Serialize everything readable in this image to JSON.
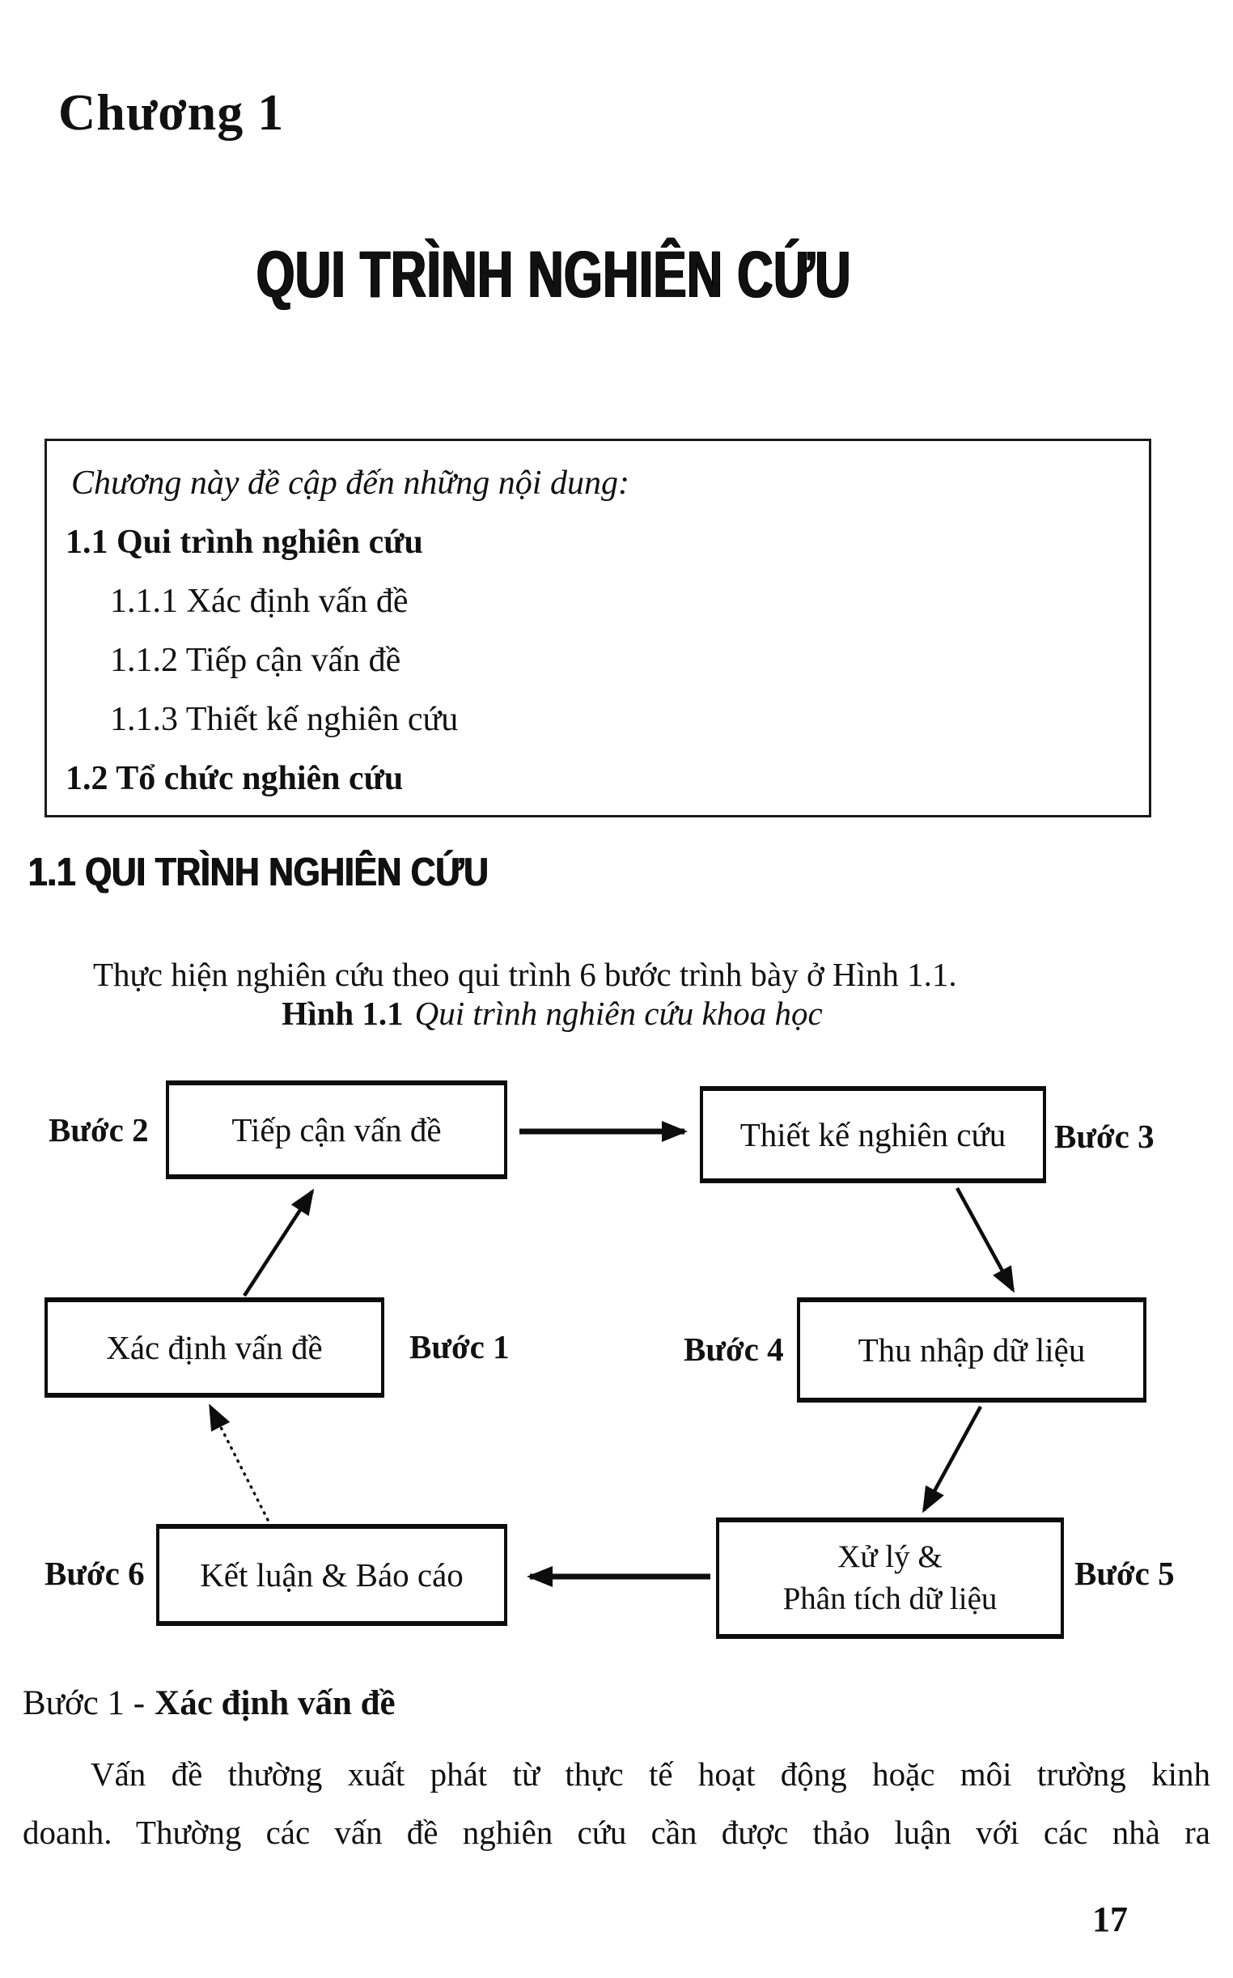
{
  "page": {
    "chapter_label": "Chương 1",
    "title": "QUI TRÌNH NGHIÊN CỨU",
    "page_number": "17"
  },
  "contents_box": {
    "intro": "Chương này đề cập đến những nội dung:",
    "items": [
      "1.1 Qui trình nghiên cứu",
      "1.1.1 Xác định vấn đề",
      "1.1.2 Tiếp cận vấn đề",
      "1.1.3 Thiết kế nghiên cứu",
      "1.2 Tổ chức nghiên cứu"
    ]
  },
  "section_11": {
    "heading": "1.1 QUI TRÌNH NGHIÊN CỨU",
    "intro_paragraph": "Thực hiện nghiên cứu theo qui trình 6 bước trình bày ở Hình 1.1."
  },
  "figure": {
    "caption_label": "Hình 1.1",
    "caption_text": "Qui trình nghiên cứu khoa học",
    "boxes": [
      "Tiếp cận vấn đề",
      "Thiết kế nghiên cứu",
      "Xác định vấn đề",
      "Thu nhập dữ liệu",
      "Kết luận & Báo cáo",
      "Xử lý &\nPhân tích dữ liệu"
    ],
    "step_labels": [
      "Bước 2",
      "Bước 3",
      "Bước 1",
      "Bước 4",
      "Bước 6",
      "Bước 5"
    ]
  },
  "step1": {
    "heading_prefix": "Bước 1 -",
    "heading_term": "Xác định vấn đề",
    "body_line1": "Vấn đề thường xuất phát từ thực tế hoạt động hoặc môi trường kinh",
    "body_line2": "doanh. Thường các vấn đề nghiên cứu cần được thảo luận với các nhà ra"
  }
}
